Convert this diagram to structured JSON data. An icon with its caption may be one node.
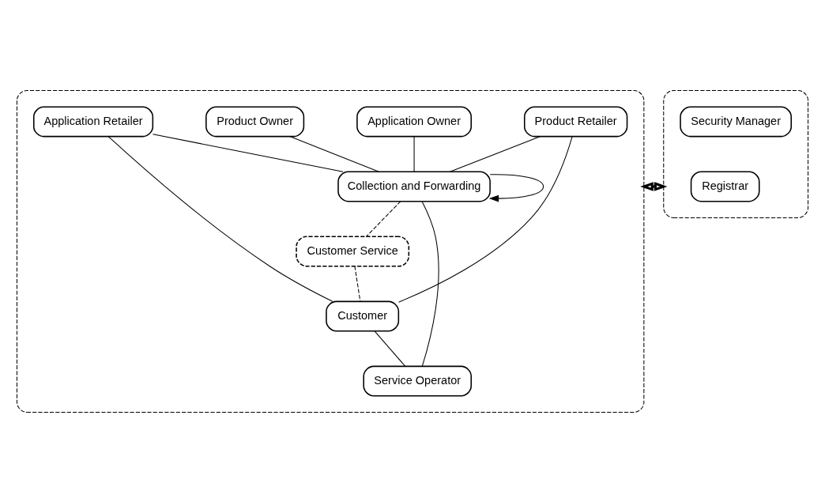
{
  "diagram": {
    "nodes": [
      {
        "text": [],
        "shape": "box"
      },
      {
        "text": [
          "Product Owner"
        ],
        "in": 0
      },
      {
        "text": [
          "Application Owner"
        ],
        "in": 0
      },
      {
        "text": [
          "Application Retailer"
        ],
        "in": 0
      },
      {
        "text": [
          "Collection and Forwarding"
        ],
        "in": 0
      },
      {
        "text": [
          "Product Retailer"
        ],
        "in": 0
      },
      {
        "text": [
          "Customer Service"
        ],
        "in": 0
      },
      {
        "text": [
          "Customer"
        ],
        "in": 0
      },
      {
        "text": [
          "Service Operator"
        ],
        "in": 0
      },
      {
        "text": [],
        "shape": "box"
      },
      {
        "text": [
          "Security Manager"
        ],
        "in": 9
      },
      {
        "text": [
          "Registrar"
        ],
        "in": 9
      }
    ],
    "edges": [
      {
        "from": 1,
        "to": 4,
        "arrow": "none"
      },
      {
        "from": 2,
        "to": 4,
        "arrow": "none"
      },
      {
        "from": 3,
        "to": 4,
        "arrow": "none"
      },
      {
        "from": 5,
        "to": 4,
        "arrow": "none"
      },
      {
        "from": 4,
        "to": 4,
        "arrow": "to"
      },
      {
        "from": 4,
        "to": 6,
        "arrow": "none",
        "style": "dashed"
      },
      {
        "from": 4,
        "to": 8,
        "arrow": "none"
      },
      {
        "from": 3,
        "to": 7,
        "arrow": "none"
      },
      {
        "from": 5,
        "to": 7,
        "arrow": "none"
      },
      {
        "from": 6,
        "to": 7,
        "arrow": "none",
        "style": "dashed"
      },
      {
        "from": 7,
        "to": 8,
        "arrow": "none"
      },
      {
        "from": 0,
        "to": 9,
        "arrow": "both",
        "style": "thick"
      }
    ]
  }
}
